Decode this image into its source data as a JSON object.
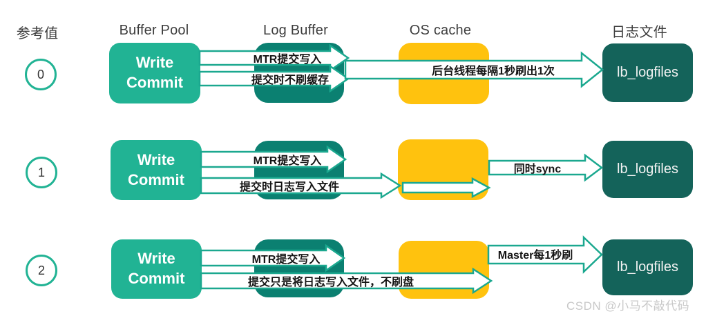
{
  "headers": {
    "ref": "参考值",
    "buffer_pool": "Buffer Pool",
    "log_buffer": "Log Buffer",
    "os_cache": "OS cache",
    "log_files": "日志文件"
  },
  "rows": [
    {
      "ref": "0",
      "buffer_pool_label": "Write Commit",
      "log_file_label": "lb_logfiles",
      "arrows": {
        "mtr": "MTR提交写入",
        "second": "提交时不刷缓存",
        "flush": "后台线程每隔1秒刷出1次"
      }
    },
    {
      "ref": "1",
      "buffer_pool_label": "Write Commit",
      "log_file_label": "lb_logfiles",
      "arrows": {
        "mtr": "MTR提交写入",
        "second": "提交时日志写入文件",
        "flush": "同时sync"
      }
    },
    {
      "ref": "2",
      "buffer_pool_label": "Write Commit",
      "log_file_label": "lb_logfiles",
      "arrows": {
        "mtr": "MTR提交写入",
        "second": "提交只是将日志写入文件，不刷盘",
        "flush": "Master每1秒刷"
      }
    }
  ],
  "watermark": "CSDN @小马不敲代码",
  "colors": {
    "teal-mid": "#21B394",
    "teal-dark": "#0B8071",
    "teal-deep": "#14635A",
    "yellow": "#FFC20E",
    "arrow-stroke": "#1BA88F",
    "header-text": "#3D3D3D",
    "label-text": "#141414",
    "watermark": "#C8C8C8"
  }
}
